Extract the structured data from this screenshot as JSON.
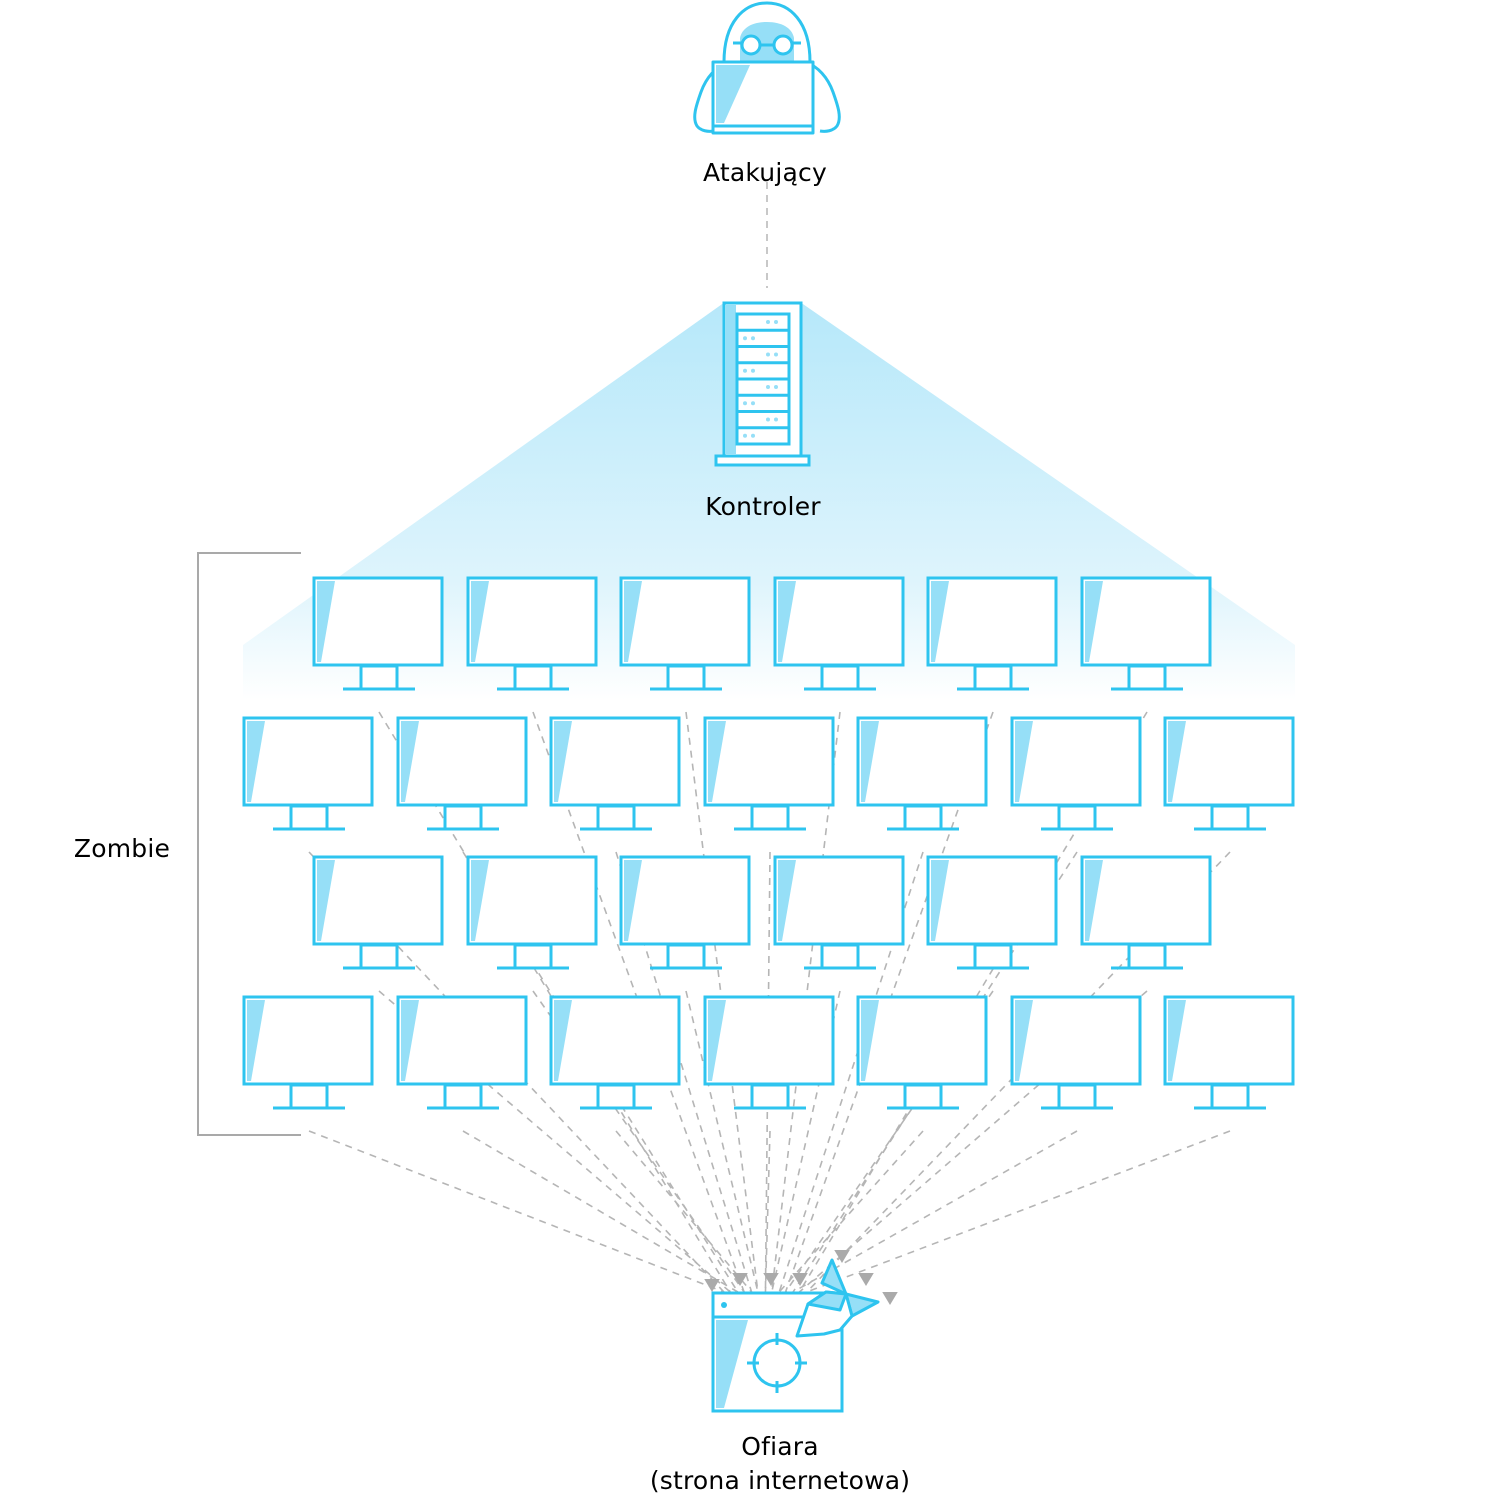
{
  "labels": {
    "attacker": "Atakujący",
    "controller": "Kontroler",
    "zombie": "Zombie",
    "victim_line1": "Ofiara",
    "victim_line2": "(strona internetowa)"
  },
  "colors": {
    "stroke": "#2ec4ef",
    "fill": "#ffffff",
    "accent": "#96dff7",
    "dashed": "#b5b5b5",
    "bracket": "#a9a9a9",
    "beam": "#b9e9fa"
  },
  "zombie_rows": [
    6,
    7,
    6,
    7
  ]
}
